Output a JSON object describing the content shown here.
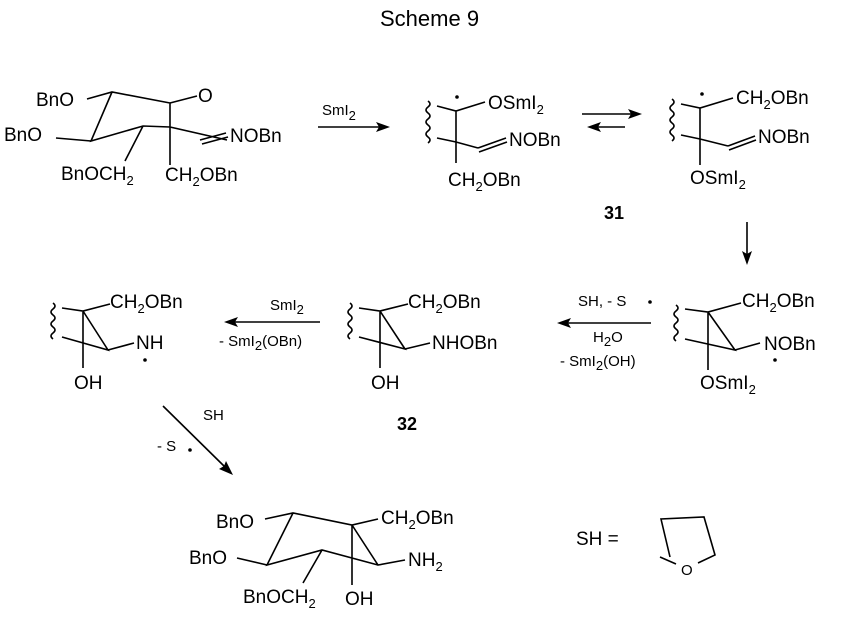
{
  "title": "Scheme 9",
  "compounds": {
    "start": {
      "substituents": [
        "BnO",
        "BnO",
        "BnOCH",
        "CH",
        "OBn",
        "O",
        "NOBn"
      ]
    },
    "radical_a": {
      "labels": [
        "OSmI",
        "NOBn",
        "CH",
        "OBn"
      ]
    },
    "radical_b": {
      "number": "31",
      "labels": [
        "CH",
        "OBn",
        "NOBn",
        "OSmI"
      ]
    },
    "cyclopropane_radical": {
      "labels": [
        "CH",
        "OBn",
        "NOBn",
        "OSmI"
      ]
    },
    "hydroxylamine": {
      "number": "32",
      "labels": [
        "CH",
        "OBn",
        "NHOBn",
        "OH"
      ]
    },
    "aminyl_radical": {
      "labels": [
        "CH",
        "OBn",
        "NH",
        "OH"
      ]
    },
    "product": {
      "labels": [
        "BnO",
        "BnO",
        "BnOCH",
        "OH",
        "CH",
        "OBn",
        "NH"
      ]
    }
  },
  "arrows": {
    "step1": {
      "reagent_top": "SmI",
      "reagent_sub": "2"
    },
    "equilibrium": {
      "type": "equilibrium"
    },
    "step3": {
      "type": "down"
    },
    "step4": {
      "top": "SH, - S",
      "mid_a": "H",
      "mid_sub": "2",
      "mid_b": "O",
      "bottom_a": "- SmI",
      "bottom_sub": "2",
      "bottom_b": "(OH)"
    },
    "step5": {
      "top": "SmI",
      "top_sub": "2",
      "bottom_a": "- SmI",
      "bottom_sub": "2",
      "bottom_b": "(OBn)"
    },
    "step6": {
      "top": "SH",
      "bottom": "- S"
    }
  },
  "legend": {
    "lhs": "SH =",
    "ring_atom": "O"
  },
  "subscript_two": "2"
}
